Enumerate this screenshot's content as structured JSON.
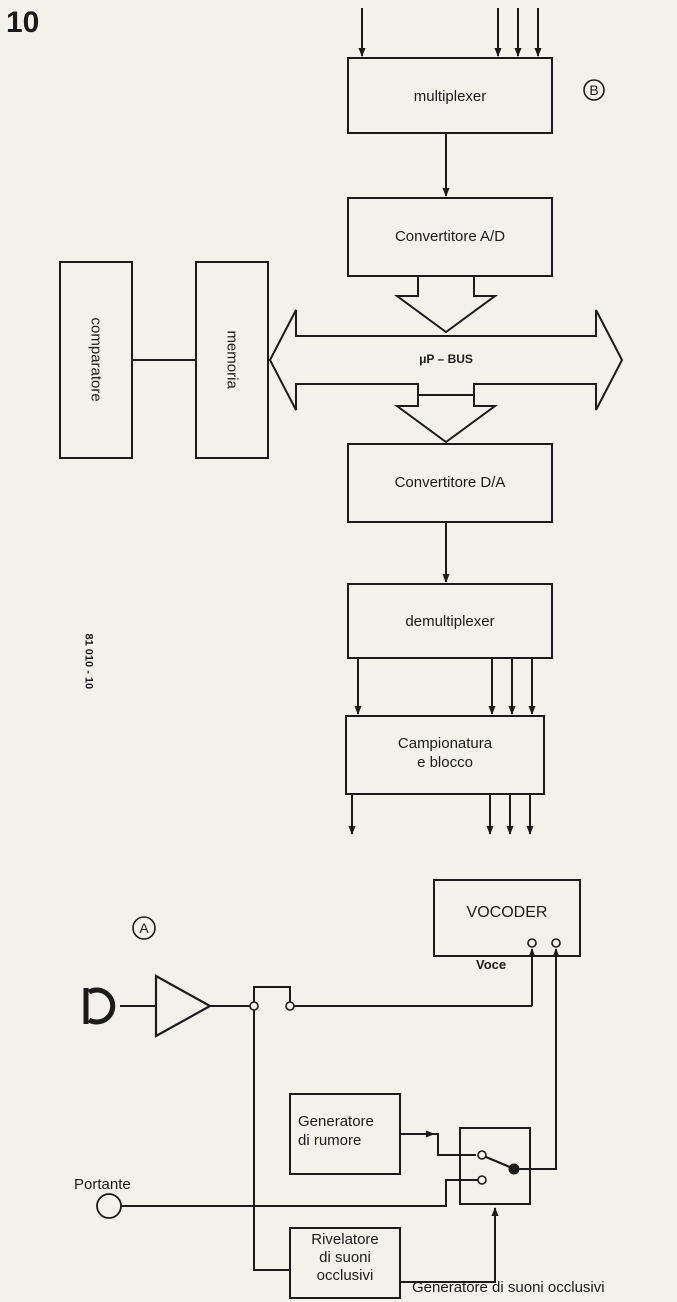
{
  "figure": {
    "number": "10",
    "code": "81 010 - 10"
  },
  "section_b": {
    "marker": "B",
    "multiplexer": "multiplexer",
    "adc": "Convertitore A/D",
    "bus": "μP – BUS",
    "memoria": "memoria",
    "comparatore": "comparatore",
    "dac": "Convertitore D/A",
    "demultiplexer": "demultiplexer",
    "sample_hold_line1": "Campionatura",
    "sample_hold_line2": "e blocco"
  },
  "section_a": {
    "marker": "A",
    "vocoder": "VOCODER",
    "voce": "Voce",
    "noise_gen_line1": "Generatore",
    "noise_gen_line2": "di rumore",
    "portante": "Portante",
    "detector_line1": "Rivelatore",
    "detector_line2": "di suoni",
    "detector_line3": "occlusivi",
    "occlusive_gen": "Generatore di suoni occlusivi"
  },
  "colors": {
    "ink": "#1b1b1b",
    "paper": "#f3f1ec"
  }
}
